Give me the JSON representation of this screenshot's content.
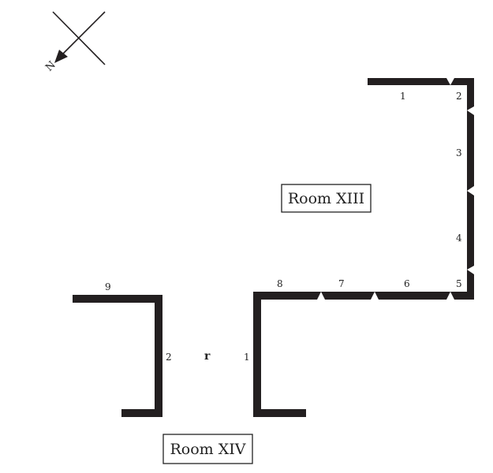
{
  "north_arrow": {
    "label": "N"
  },
  "rooms": {
    "room_xiii": {
      "label": "Room XIII"
    },
    "room_xiv": {
      "label": "Room XIV"
    }
  },
  "opening": {
    "label": "r"
  },
  "wall_segments": {
    "room_xiii_top_1": "1",
    "room_xiii_corner_2": "2",
    "room_xiii_right_3": "3",
    "room_xiii_right_4": "4",
    "room_xiii_corner_5": "5",
    "room_xiii_bottom_6": "6",
    "room_xiii_bottom_7": "7",
    "room_xiii_bottom_8": "8",
    "room_xiii_left_1": "1",
    "room_xiv_right_2": "2",
    "room_xiv_top_9": "9"
  },
  "colors": {
    "wall": "#231f20",
    "background": "#ffffff"
  }
}
